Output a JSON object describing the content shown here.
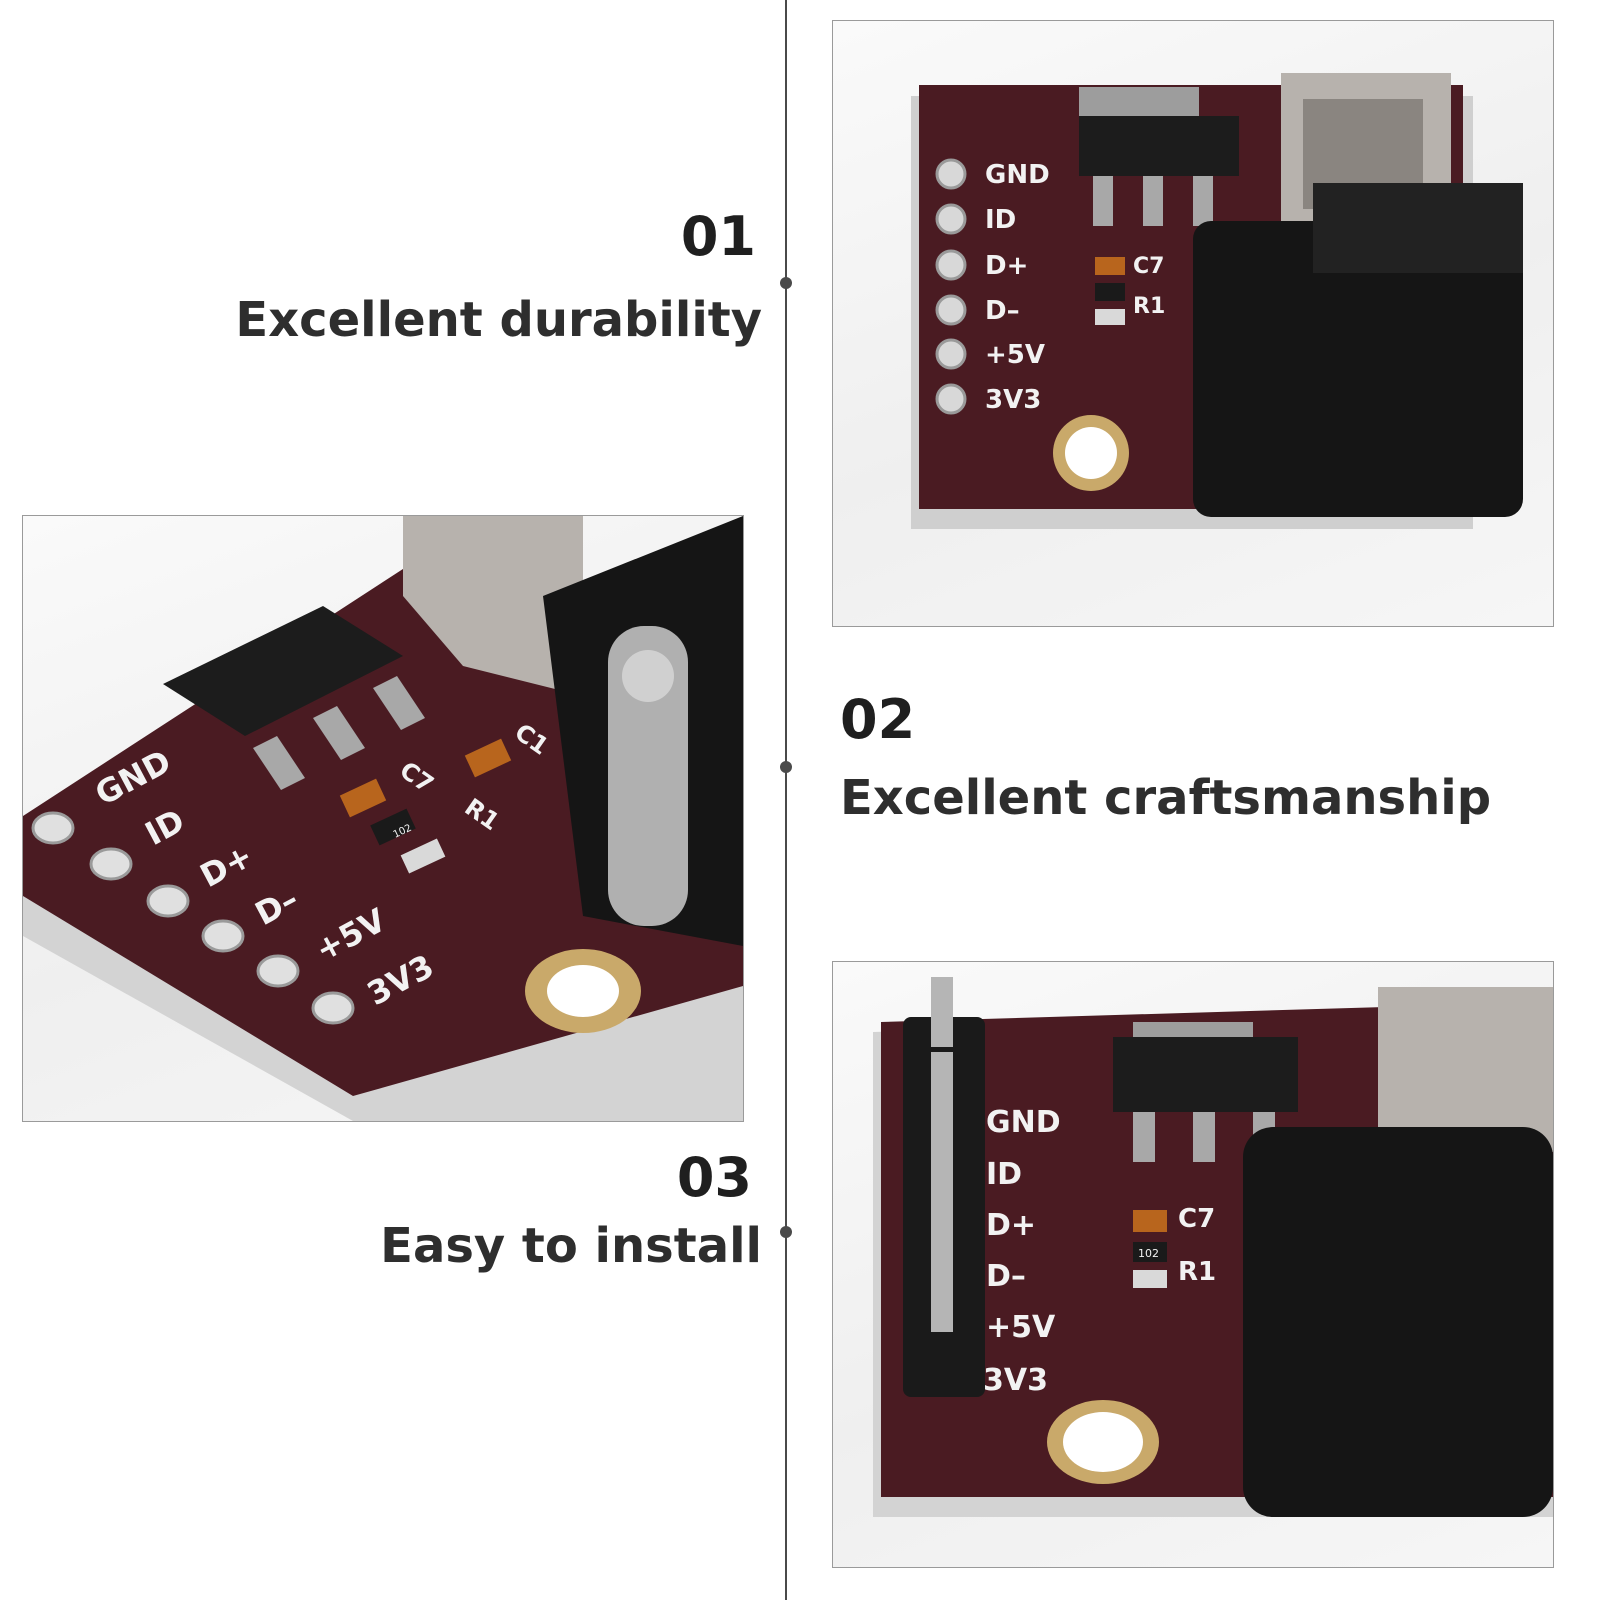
{
  "features": [
    {
      "number": "01",
      "title": "Excellent durability"
    },
    {
      "number": "02",
      "title": "Excellent craftsmanship"
    },
    {
      "number": "03",
      "title": "Easy to install"
    }
  ],
  "board": {
    "pins": [
      "GND",
      "ID",
      "D+",
      "D–",
      "+5V",
      "3V3"
    ],
    "capacitor_label": "C7",
    "capacitor2_label": "C1",
    "resistor_label": "R1",
    "resistor_code": "102"
  },
  "colors": {
    "pcb": "#4a1b22",
    "pcb_edge": "#c9c9c9",
    "jack": "#151515",
    "silkscreen": "#f2f2f2",
    "timeline": "#4a4a4a"
  }
}
